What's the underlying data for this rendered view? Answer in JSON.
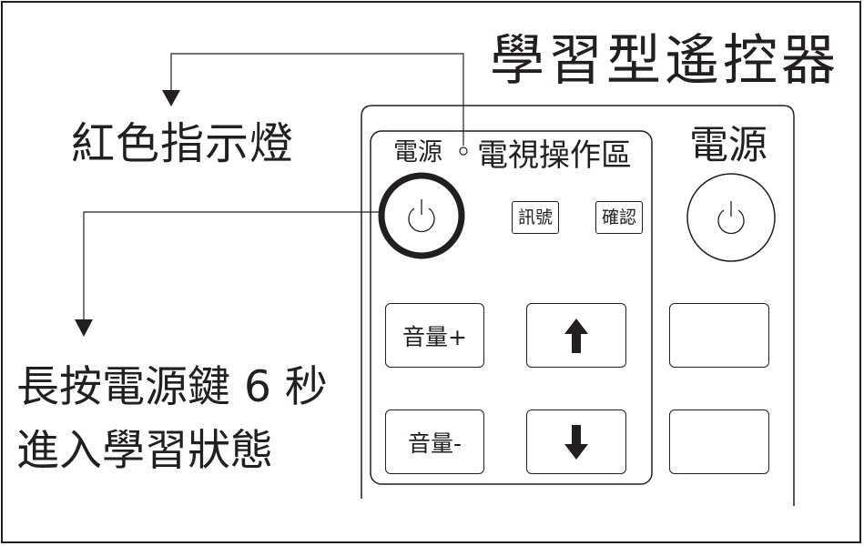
{
  "title": "學習型遙控器",
  "callouts": {
    "led_label": "紅色指示燈",
    "instruction_line1": "長按電源鍵 6 秒",
    "instruction_line2": "進入學習狀態"
  },
  "tv_zone": {
    "power_label": "電源",
    "zone_label": "電視操作區",
    "info_button": "訊號",
    "confirm_button": "確認",
    "vol_up": "音量+",
    "vol_down": "音量-"
  },
  "right_zone": {
    "power_label": "電源"
  },
  "icons": {
    "power": "power-icon",
    "arrow_up": "arrow-up-icon",
    "arrow_down": "arrow-down-icon"
  }
}
